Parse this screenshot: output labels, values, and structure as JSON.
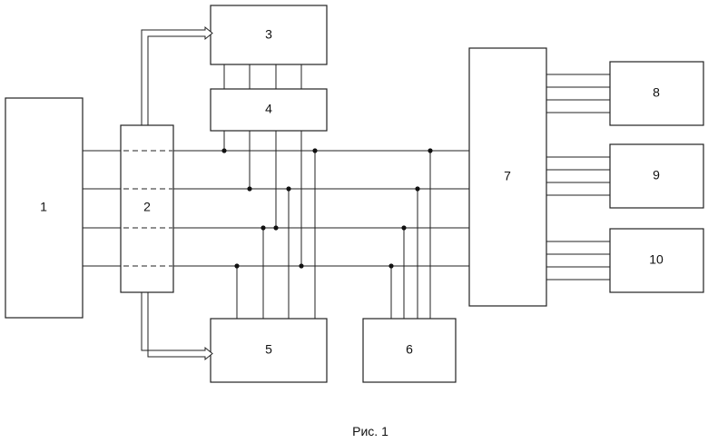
{
  "diagram": {
    "caption": "Рис. 1",
    "blocks": [
      {
        "id": "b1",
        "label": "1"
      },
      {
        "id": "b2",
        "label": "2"
      },
      {
        "id": "b3",
        "label": "3"
      },
      {
        "id": "b4",
        "label": "4"
      },
      {
        "id": "b5",
        "label": "5"
      },
      {
        "id": "b6",
        "label": "6"
      },
      {
        "id": "b7",
        "label": "7"
      },
      {
        "id": "b8",
        "label": "8"
      },
      {
        "id": "b9",
        "label": "9"
      },
      {
        "id": "b10",
        "label": "10"
      }
    ]
  }
}
